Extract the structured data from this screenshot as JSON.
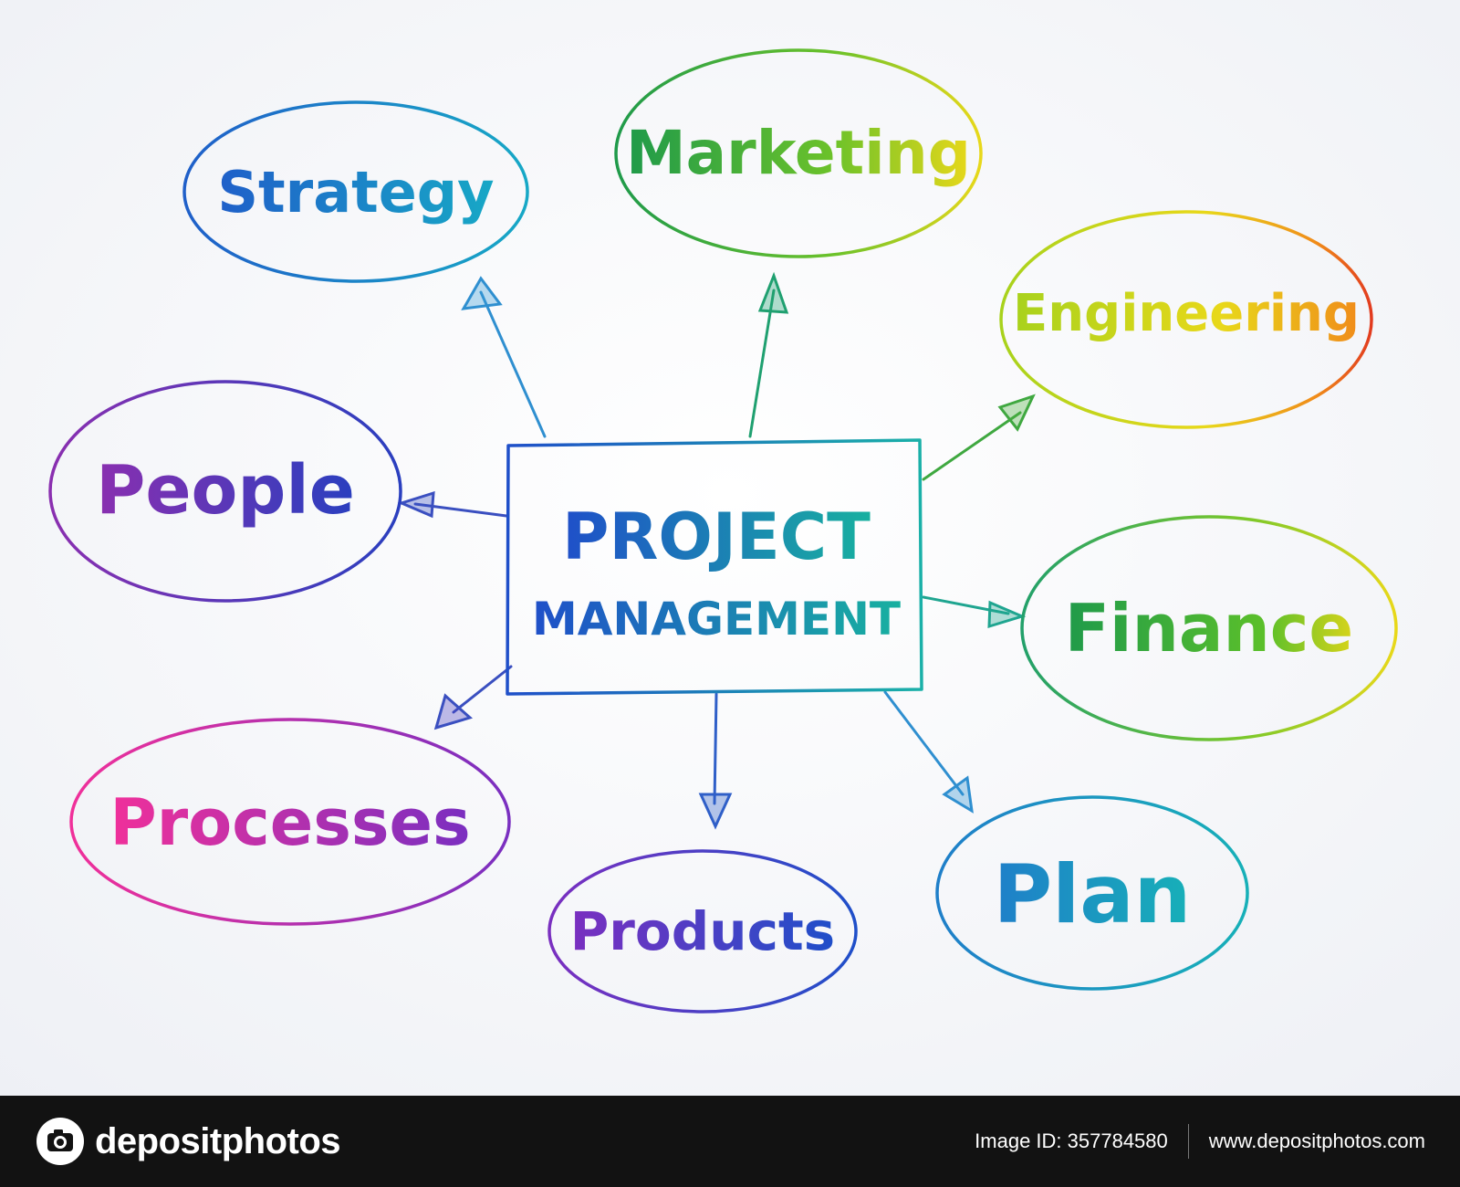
{
  "colors": {
    "blue": "#1f5fc9",
    "cyan": "#17a8c6",
    "teal": "#22b48e",
    "green": "#27a84a",
    "lime": "#a8d21c",
    "yellow": "#e8d81a",
    "orange": "#f08c1a",
    "red": "#e23b1e",
    "purple": "#6a2fb0",
    "magenta": "#d82a9a",
    "pink": "#f0309a",
    "violet": "#7a2fc0",
    "footer_bg": "#121212"
  },
  "center": {
    "line1": "PROJECT",
    "line2": "MANAGEMENT"
  },
  "nodes": [
    {
      "id": "strategy",
      "label": "Strategy"
    },
    {
      "id": "marketing",
      "label": "Marketing"
    },
    {
      "id": "engineering",
      "label": "Engineering"
    },
    {
      "id": "people",
      "label": "People"
    },
    {
      "id": "finance",
      "label": "Finance"
    },
    {
      "id": "processes",
      "label": "Processes"
    },
    {
      "id": "products",
      "label": "Products"
    },
    {
      "id": "plan",
      "label": "Plan"
    }
  ],
  "footer": {
    "logo_text": "depositphotos",
    "image_id_label": "Image ID: 357784580",
    "site": "www.depositphotos.com"
  }
}
